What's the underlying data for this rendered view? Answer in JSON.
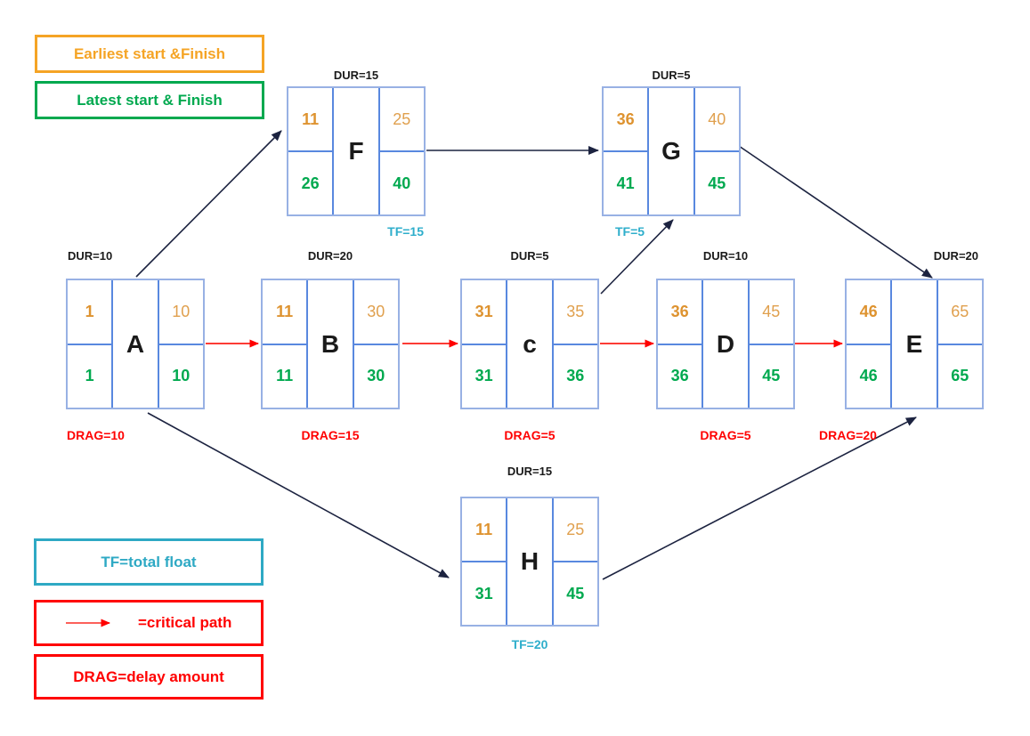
{
  "legend": {
    "earliest": "Earliest start &Finish",
    "latest": "Latest start & Finish",
    "total_float": "TF=total float",
    "critical_path": "=critical path",
    "drag": "DRAG=delay amount"
  },
  "colors": {
    "earliest_orange": "#DE9330",
    "latest_green": "#00A94F",
    "total_float_cyan": "#2EAECB",
    "critical_red": "#FF0000",
    "arrow_navy": "#1C2340",
    "box_border_outer": "#98B1E4",
    "box_border_inner": "#5988DF"
  },
  "nodes": {
    "A": {
      "label": "A",
      "dur": "DUR=10",
      "es": "1",
      "ef": "10",
      "ls": "1",
      "lf": "10",
      "footer": "DRAG=10"
    },
    "B": {
      "label": "B",
      "dur": "DUR=20",
      "es": "11",
      "ef": "30",
      "ls": "11",
      "lf": "30",
      "footer": "DRAG=15"
    },
    "C": {
      "label": "c",
      "dur": "DUR=5",
      "es": "31",
      "ef": "35",
      "ls": "31",
      "lf": "36",
      "footer": "DRAG=5"
    },
    "D": {
      "label": "D",
      "dur": "DUR=10",
      "es": "36",
      "ef": "45",
      "ls": "36",
      "lf": "45",
      "footer": "DRAG=5"
    },
    "E": {
      "label": "E",
      "dur": "DUR=20",
      "es": "46",
      "ef": "65",
      "ls": "46",
      "lf": "65",
      "footer": "DRAG=20"
    },
    "F": {
      "label": "F",
      "dur": "DUR=15",
      "es": "11",
      "ef": "25",
      "ls": "26",
      "lf": "40",
      "footer": "TF=15"
    },
    "G": {
      "label": "G",
      "dur": "DUR=5",
      "es": "36",
      "ef": "40",
      "ls": "41",
      "lf": "45",
      "footer": "TF=5"
    },
    "H": {
      "label": "H",
      "dur": "DUR=15",
      "es": "11",
      "ef": "25",
      "ls": "31",
      "lf": "45",
      "footer": "TF=20"
    }
  },
  "edges": [
    {
      "from": "A",
      "to": "F",
      "type": "normal"
    },
    {
      "from": "A",
      "to": "B",
      "type": "critical"
    },
    {
      "from": "A",
      "to": "H",
      "type": "normal"
    },
    {
      "from": "B",
      "to": "C",
      "type": "critical"
    },
    {
      "from": "C",
      "to": "D",
      "type": "critical"
    },
    {
      "from": "C",
      "to": "G",
      "type": "normal"
    },
    {
      "from": "D",
      "to": "E",
      "type": "critical"
    },
    {
      "from": "F",
      "to": "G",
      "type": "normal"
    },
    {
      "from": "G",
      "to": "E",
      "type": "normal"
    },
    {
      "from": "H",
      "to": "E",
      "type": "normal"
    }
  ]
}
